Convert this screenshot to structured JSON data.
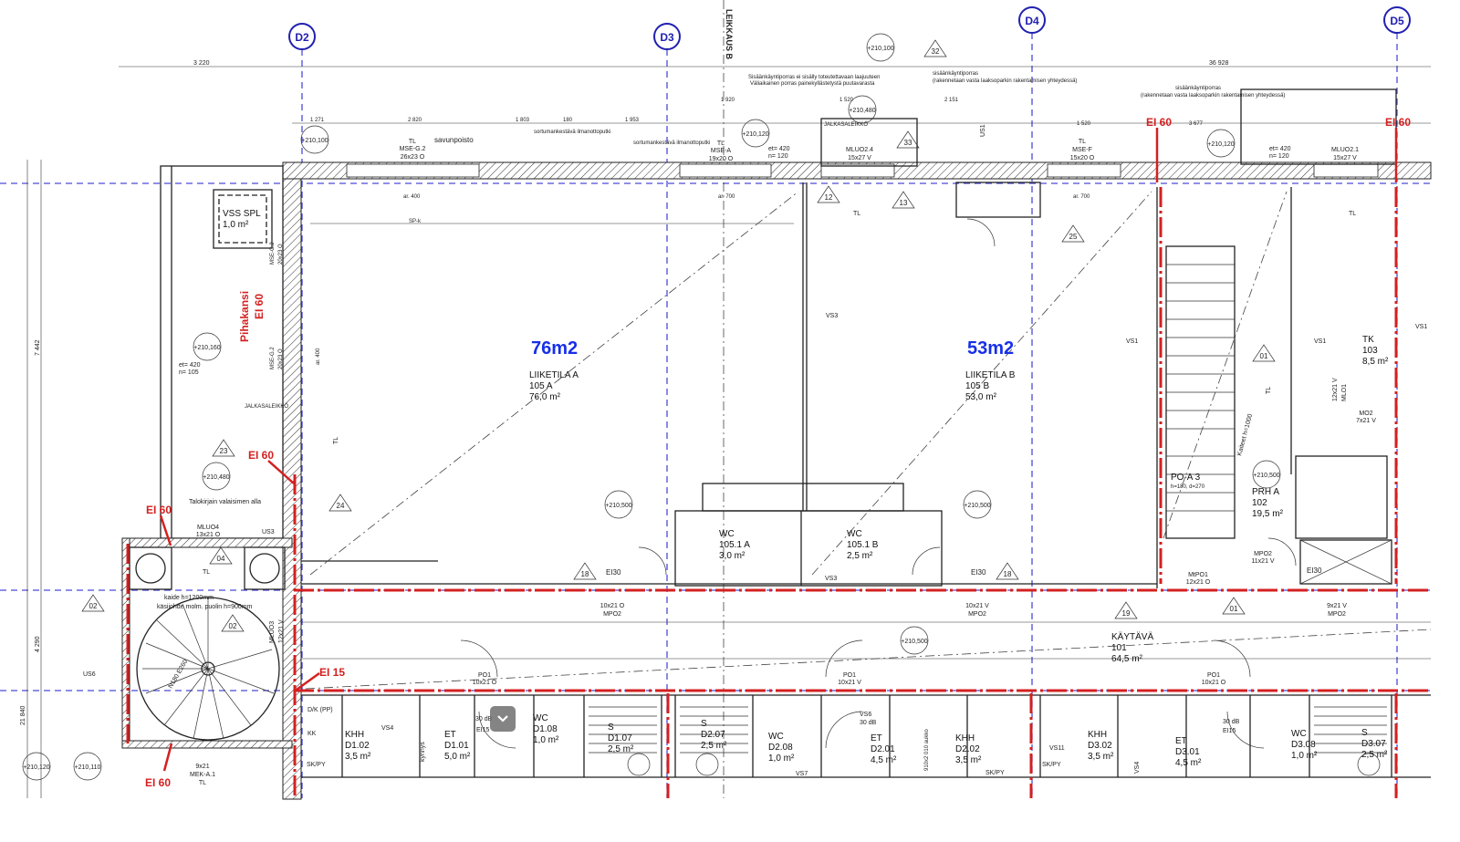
{
  "grid_axes": [
    "D2",
    "D3",
    "D4",
    "D5"
  ],
  "section_label": "LEIKKAUS B",
  "dimensions": {
    "top_left": "3 220",
    "top_total": "36 928",
    "left_upper": "7 442",
    "left_lower": "4 290",
    "left_total": "21 840",
    "row2": [
      "1 271",
      "2 820",
      "1 803",
      "180",
      "1 953",
      "1 920",
      "1 520",
      "2 151",
      "1 520",
      "3 677"
    ]
  },
  "elevations": [
    "+210,100",
    "+210,120",
    "+210,160",
    "+210,480",
    "+210,500",
    "+210,110",
    "+210,120",
    "+210,500",
    "+210,500",
    "+210,500",
    "+210,480",
    "+210,120"
  ],
  "big_areas": {
    "a": "76m2",
    "b": "53m2"
  },
  "rooms": {
    "liiketila_a": {
      "name": "LIIKETILA A",
      "number": "105 A",
      "area": "76,0 m²"
    },
    "liiketila_b": {
      "name": "LIIKETILA B",
      "number": "105 B",
      "area": "53,0 m²"
    },
    "wc_a": {
      "name": "WC",
      "number": "105.1 A",
      "area": "3,0 m²"
    },
    "wc_b": {
      "name": "WC",
      "number": "105.1 B",
      "area": "2,5 m²"
    },
    "kaytava": {
      "name": "KÄYTÄVÄ",
      "number": "101",
      "area": "64,5 m²"
    },
    "prh": {
      "name": "PRH A",
      "number": "102",
      "area": "19,5 m²"
    },
    "tk": {
      "name": "TK",
      "number": "103",
      "area": "8,5 m²"
    },
    "po": {
      "name": "PO-A 3",
      "number": "h=180, d=270"
    },
    "vss": {
      "name": "VSS SPL",
      "area": "1,0 m²"
    },
    "d102": {
      "name": "KHH",
      "number": "D1.02",
      "area": "3,5 m²"
    },
    "d101": {
      "name": "ET",
      "number": "D1.01",
      "area": "5,0 m²"
    },
    "d108": {
      "name": "WC",
      "number": "D1.08",
      "area": "1,0 m²"
    },
    "d107": {
      "name": "S",
      "number": "D1.07",
      "area": "2,5 m²"
    },
    "d207": {
      "name": "S",
      "number": "D2.07",
      "area": "2,5 m²"
    },
    "d208": {
      "name": "WC",
      "number": "D2.08",
      "area": "1,0 m²"
    },
    "d201": {
      "name": "ET",
      "number": "D2.01",
      "area": "4,5 m²"
    },
    "d202": {
      "name": "KHH",
      "number": "D2.02",
      "area": "3,5 m²"
    },
    "d302": {
      "name": "KHH",
      "number": "D3.02",
      "area": "3,5 m²"
    },
    "d301": {
      "name": "ET",
      "number": "D3.01",
      "area": "4,5 m²"
    },
    "d308": {
      "name": "WC",
      "number": "D3.08",
      "area": "1,0 m²"
    },
    "d307": {
      "name": "S",
      "number": "D3.07",
      "area": "2,5 m²"
    }
  },
  "fire_labels": [
    "EI 60",
    "EI 60",
    "EI 60",
    "EI 60",
    "EI 60",
    "EI 15",
    "EI 60"
  ],
  "pihakansi": {
    "name": "Pihakansi",
    "rating": "EI 60"
  },
  "ei30": [
    "EI30",
    "EI30",
    "EI30"
  ],
  "markers": [
    "32",
    "33",
    "12",
    "13",
    "25",
    "23",
    "24",
    "04",
    "02",
    "02",
    "18",
    "18",
    "19",
    "01",
    "01"
  ],
  "notes": {
    "savunpoisto": "savunpoisto",
    "sortuma1": "sortumankestävä ilmanottoputki",
    "sortuma2": "sortumankestävä ilmanottoputki",
    "entrance1": "Sisäänkäyntiporras ei sisälly toteutettavaan laajuuteen",
    "entrance1b": "Väliaikainen porras painekyllästetystä puutavarasta",
    "entrance2": "sisäänkäyntiporras",
    "entrance2b": "(rakennetaan vasta laaksoparkin rakentamisen yhteydessä)",
    "entrance3": "sisäänkäyntiporras",
    "entrance3b": "(rakennetaan vasta laaksoparkin rakentamisen yhteydessä)",
    "talokirjain": "Talokirjain valaisimen alla",
    "kaide": "kaide h=1200mm",
    "kasijohde": "käsijohde molm. puolin h=900mm",
    "kaiteet": "Kaiteet h=1000",
    "jalkasaleikko": "JALKASALEIKKÖ",
    "stair": "N180 E260",
    "et420": "et= 420",
    "n120": "n= 120",
    "n105": "n= 105"
  },
  "windows": [
    "TL",
    "MSE-G.2",
    "26x23 O",
    "TL",
    "MSE-A",
    "19x20 O",
    "TL",
    "MSE-F",
    "15x20 O",
    "MLUO2.4",
    "15x27 V",
    "MLUO2.1",
    "15x27 V",
    "MSE-G.2",
    "20x23 O",
    "MSE-G.2",
    "20x23 O"
  ],
  "doors": [
    "MLUO4",
    "13x21 O",
    "MLUO3",
    "12x21 V",
    "9x21",
    "MEK-A.1",
    "TL",
    "10x21 O",
    "MPO2",
    "10x21 V",
    "MPO2",
    "PO1",
    "10x21 O",
    "PO1",
    "10x21 V",
    "PO1",
    "10x21 O",
    "MPO2",
    "11x21 V",
    "9x21 V",
    "MPO2",
    "MO2",
    "7x21 V",
    "12x21 O",
    "MtPO1",
    "12x21 V",
    "MLO1"
  ],
  "misc": [
    "TL",
    "TL",
    "TL",
    "TL",
    "TL",
    "VS1",
    "VS1",
    "VS1",
    "VS3",
    "VS3",
    "US1",
    "US3",
    "US6",
    "ar. 400",
    "ar. 400",
    "ar. 700",
    "ar. 700",
    "SP-k",
    "VS4",
    "VS4",
    "VS6",
    "VS7",
    "VS11",
    "30 dB",
    "30 dB",
    "30 dB",
    "EI15",
    "EI15",
    "kynnys",
    "910x2 010 aukko",
    "SK/PY",
    "SK/PY",
    "SK/PY",
    "KK",
    "D/K (PP)"
  ],
  "overlay_icon": "chevron-down-icon",
  "colors": {
    "grid": "#4a4ad8",
    "fire": "#d42020",
    "area": "#1630e8"
  }
}
